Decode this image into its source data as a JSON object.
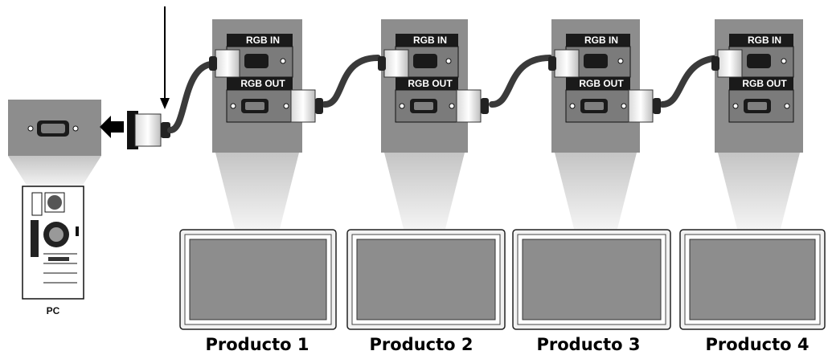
{
  "pc": {
    "label": "PC"
  },
  "ports": {
    "in_label": "RGB IN",
    "out_label": "RGB OUT"
  },
  "products": [
    {
      "label": "Producto 1"
    },
    {
      "label": "Producto 2"
    },
    {
      "label": "Producto 3"
    },
    {
      "label": "Producto 4"
    }
  ],
  "colors": {
    "panel_gray": "#8d8d8d",
    "beam_gray": "#cfcfcf",
    "port_black": "#1a1a1a",
    "cable": "#3a3a3a"
  }
}
